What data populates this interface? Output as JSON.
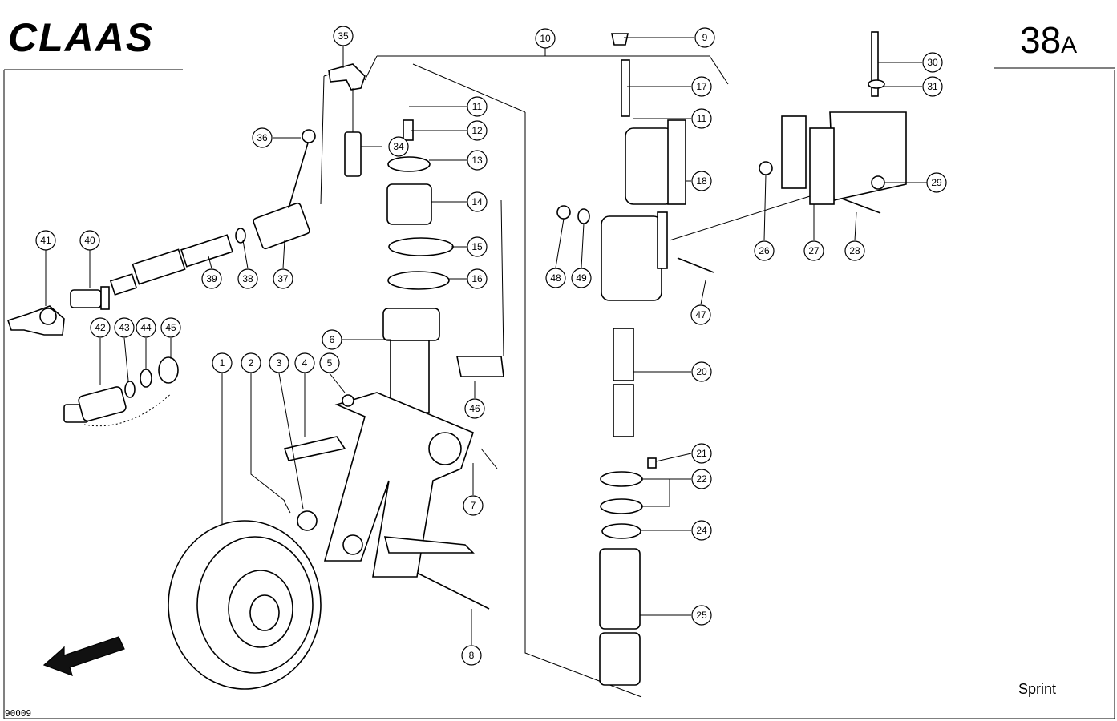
{
  "brand": "CLAAS",
  "page": {
    "number": "38",
    "suffix": "A"
  },
  "model": "Sprint",
  "drawing_number": "90009",
  "callouts": [
    "1",
    "2",
    "3",
    "4",
    "5",
    "6",
    "7",
    "8",
    "9",
    "10",
    "11",
    "11",
    "12",
    "13",
    "14",
    "15",
    "16",
    "17",
    "18",
    "20",
    "21",
    "22",
    "24",
    "25",
    "26",
    "27",
    "28",
    "29",
    "30",
    "31",
    "34",
    "35",
    "36",
    "37",
    "38",
    "39",
    "40",
    "41",
    "42",
    "43",
    "44",
    "45",
    "46",
    "47",
    "48",
    "49"
  ],
  "icons": {
    "direction_arrow": "direction-arrow-icon"
  }
}
